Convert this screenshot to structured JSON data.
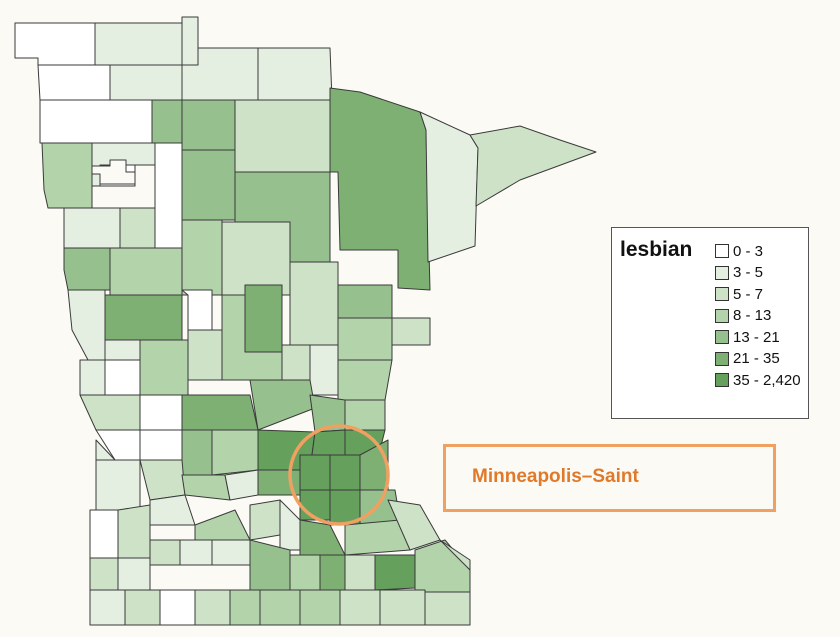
{
  "map": {
    "legend": {
      "title": "lesbian",
      "classes": [
        {
          "label": "0 - 3",
          "color": "#ffffff"
        },
        {
          "label": "3 - 5",
          "color": "#e5efe1"
        },
        {
          "label": "5 - 7",
          "color": "#cde2c6"
        },
        {
          "label": "8 - 13",
          "color": "#b3d3aa"
        },
        {
          "label": "13 - 21",
          "color": "#96c08d"
        },
        {
          "label": "21 - 35",
          "color": "#7eb074"
        },
        {
          "label": "35 - 2,420",
          "color": "#65a05c"
        }
      ]
    },
    "highlight_circle_color": "#f0a060",
    "callout": {
      "text": "Minneapolis–Saint",
      "color": "#e07a2a",
      "border_color": "#f0a060"
    }
  }
}
